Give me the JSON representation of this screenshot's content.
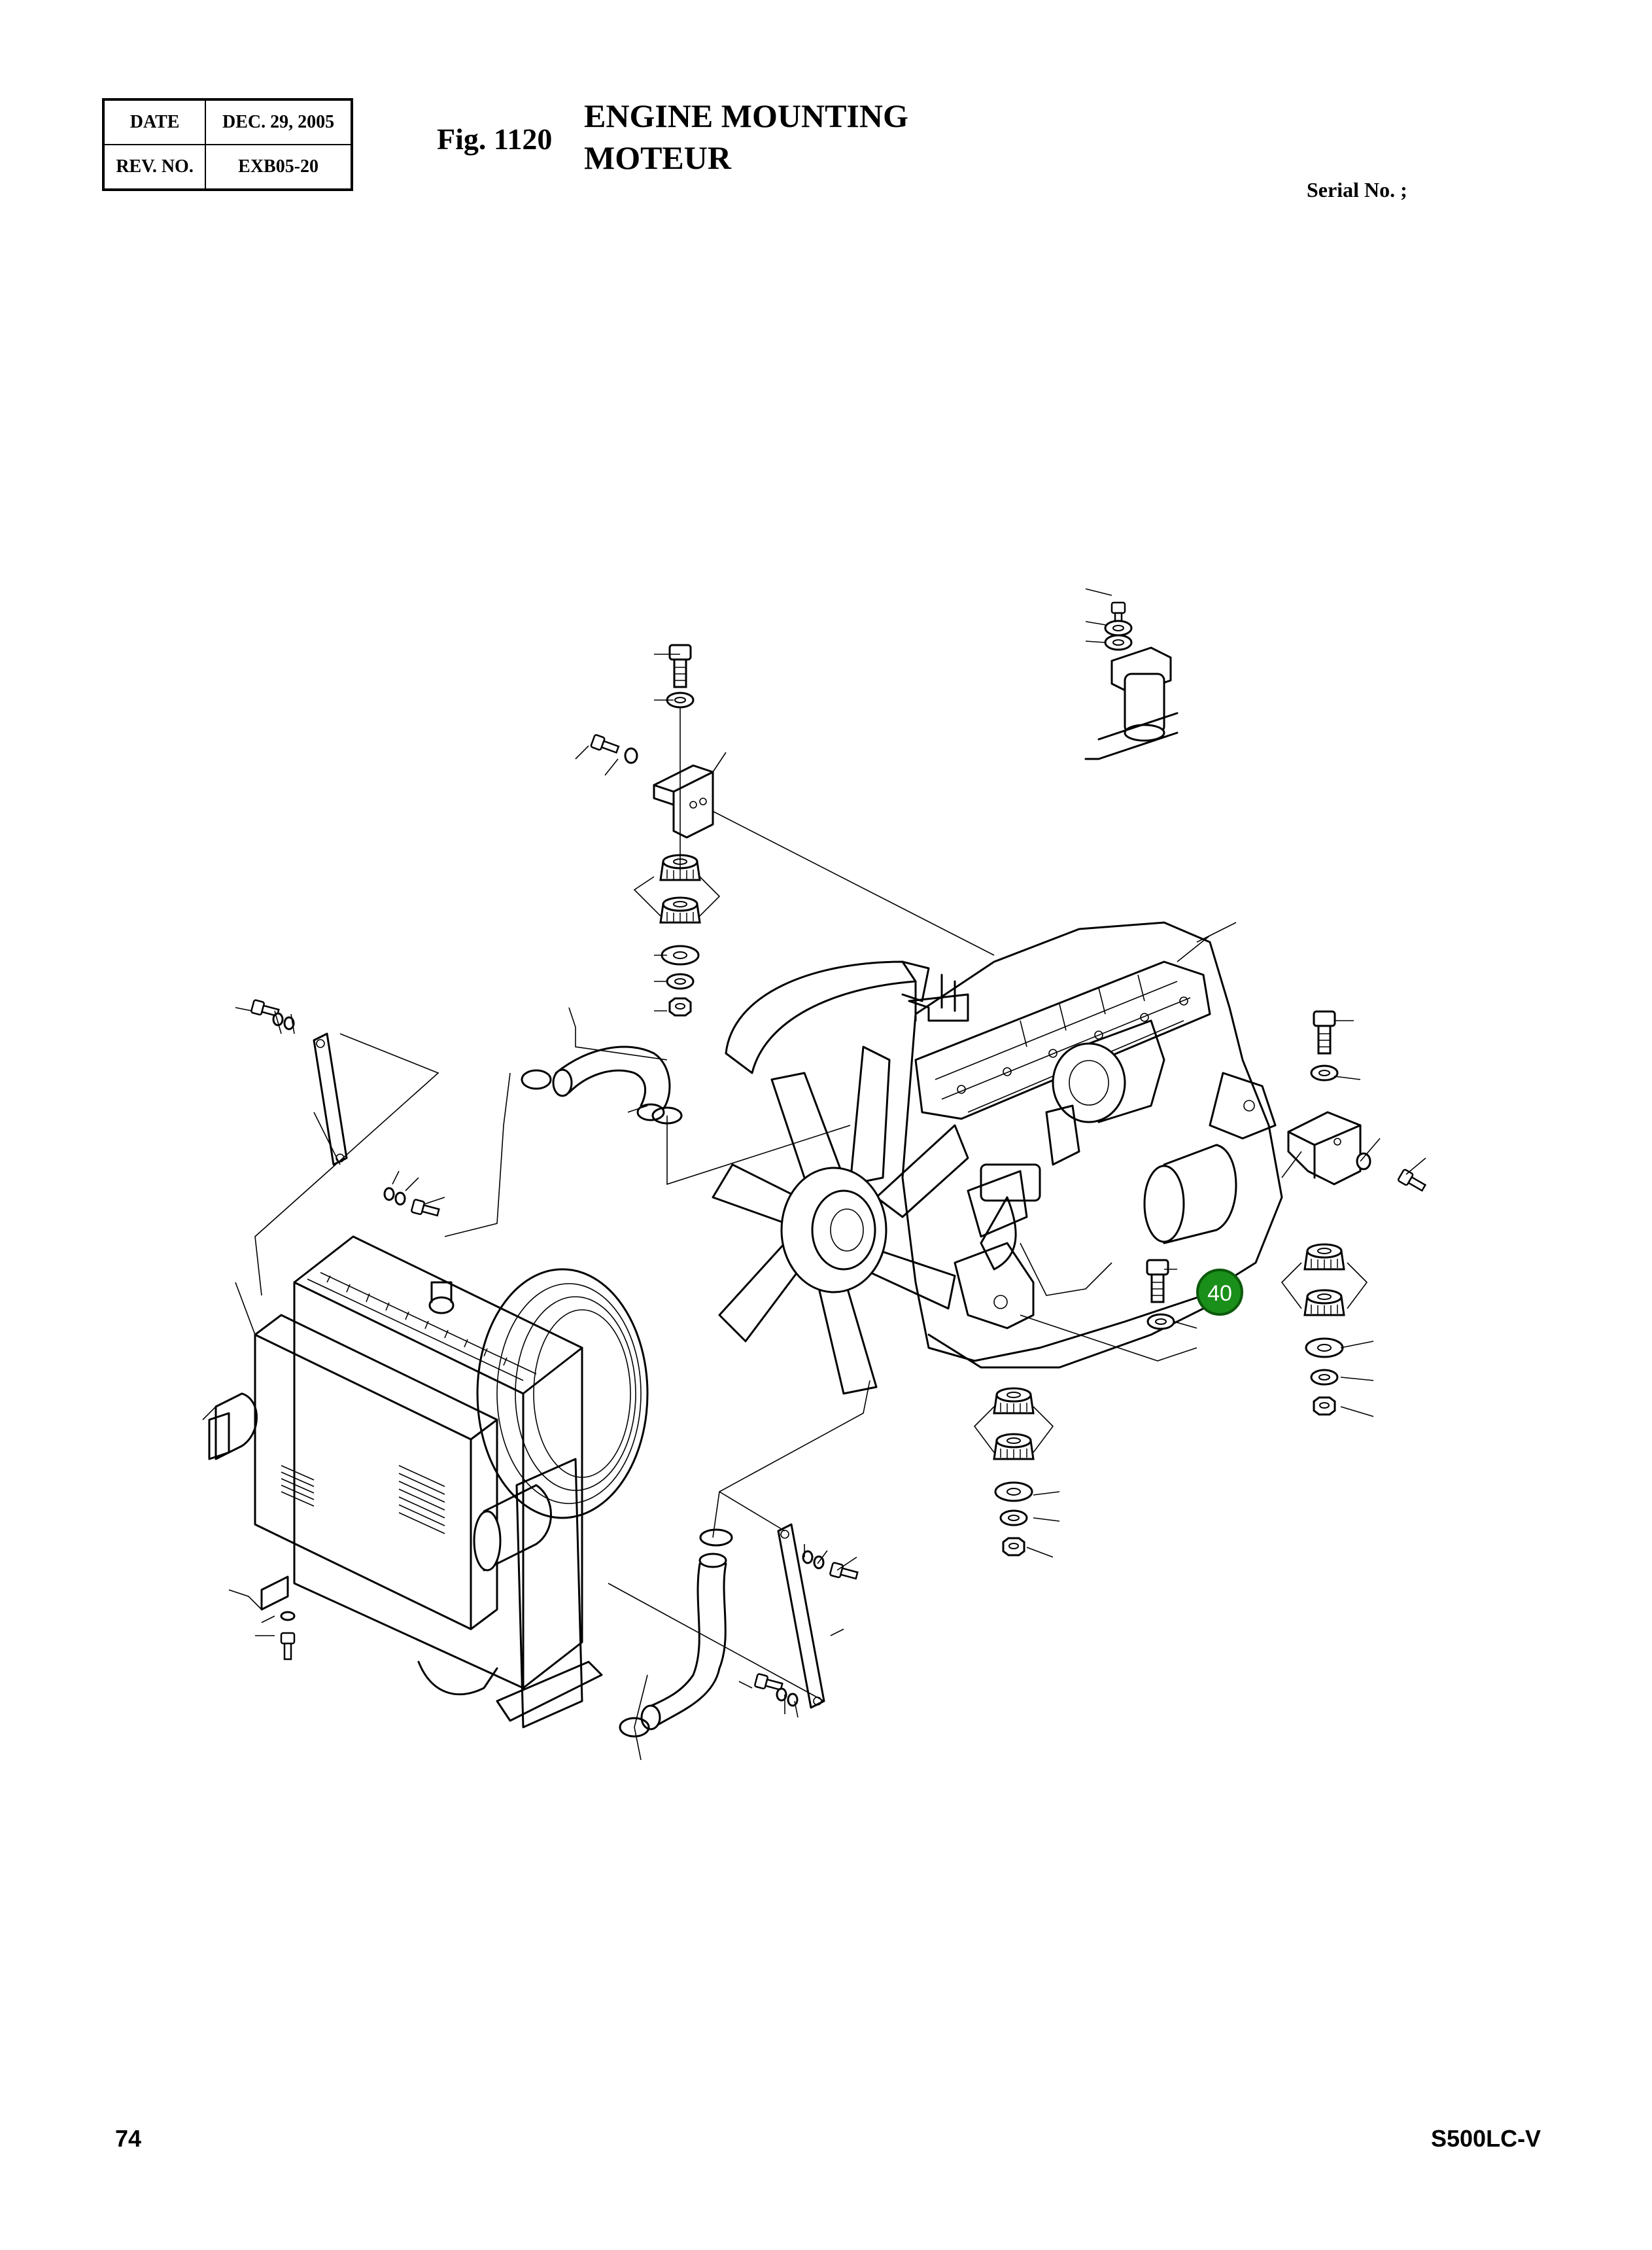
{
  "header": {
    "date_label": "DATE",
    "date_value": "DEC. 29, 2005",
    "rev_label": "REV. NO.",
    "rev_value": "EXB05-20",
    "fig_number": "Fig. 1120",
    "title_en": "ENGINE MOUNTING",
    "title_fr": "MOTEUR",
    "serial_label": "Serial No. ;"
  },
  "callout": {
    "label": "40",
    "color": "#1a8f1a"
  },
  "footer": {
    "page_number": "74",
    "model": "S500LC-V"
  }
}
